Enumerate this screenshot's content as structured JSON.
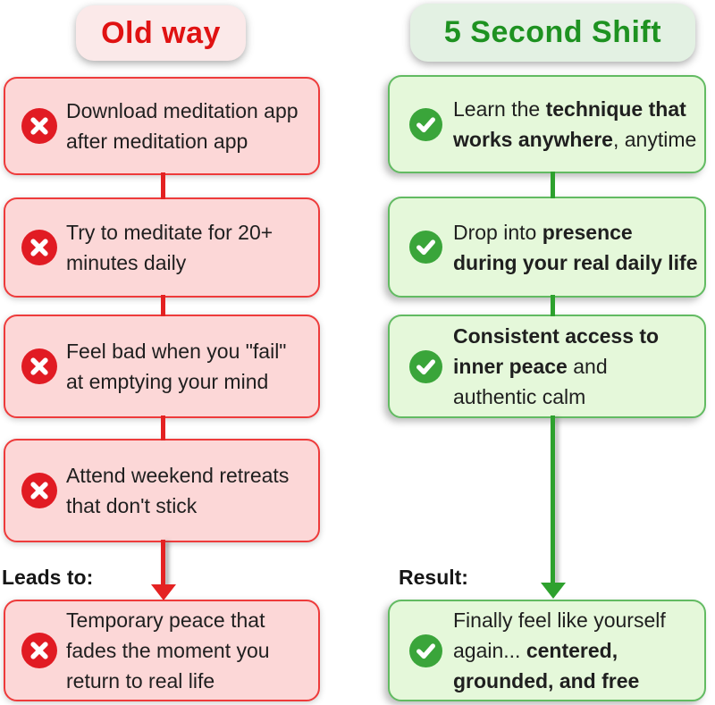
{
  "title": "Old way vs 5 Second Shift comparison",
  "colors": {
    "page_bg": "#ffffff",
    "old_fill": "#fcd7d7",
    "old_border": "#ee3b3b",
    "old_accent": "#e11b23",
    "old_header_bg": "#fbe9e9",
    "old_header_text": "#e01212",
    "old_line": "#e42222",
    "new_fill": "#e5f8da",
    "new_border": "#62bb62",
    "new_accent": "#3aa53a",
    "new_header_bg": "#e3f1e3",
    "new_header_text": "#1e9221",
    "new_line": "#2ea12e",
    "text": "#1f1f1f",
    "label_text": "#161616"
  },
  "old_way": {
    "header": "Old way",
    "icon": "cross-icon",
    "connector_label": "Leads to:",
    "boxes": [
      {
        "segments": [
          {
            "text": "Download meditation app\nafter meditation app",
            "bold": false
          }
        ]
      },
      {
        "segments": [
          {
            "text": "Try to meditate for 20+\nminutes daily",
            "bold": false
          }
        ]
      },
      {
        "segments": [
          {
            "text": "Feel bad when you \"fail\"\nat emptying your mind",
            "bold": false
          }
        ]
      },
      {
        "segments": [
          {
            "text": "Attend weekend retreats\nthat don't stick",
            "bold": false
          }
        ]
      },
      {
        "segments": [
          {
            "text": "Temporary peace that\nfades the moment you\nreturn to real life",
            "bold": false
          }
        ]
      }
    ]
  },
  "five_second_shift": {
    "header": "5 Second Shift",
    "icon": "check-icon",
    "connector_label": "Result:",
    "boxes": [
      {
        "segments": [
          {
            "text": "Learn the ",
            "bold": false
          },
          {
            "text": "technique that\nworks anywhere",
            "bold": true
          },
          {
            "text": ", anytime",
            "bold": false
          }
        ]
      },
      {
        "segments": [
          {
            "text": "Drop into ",
            "bold": false
          },
          {
            "text": "presence\nduring your real daily life",
            "bold": true
          }
        ]
      },
      {
        "segments": [
          {
            "text": "Consistent access to\ninner peace",
            "bold": true
          },
          {
            "text": " and\nauthentic calm",
            "bold": false
          }
        ]
      },
      {
        "segments": [
          {
            "text": "Finally feel like yourself\nagain... ",
            "bold": false
          },
          {
            "text": "centered,\ngrounded, and free",
            "bold": true
          }
        ]
      }
    ]
  }
}
